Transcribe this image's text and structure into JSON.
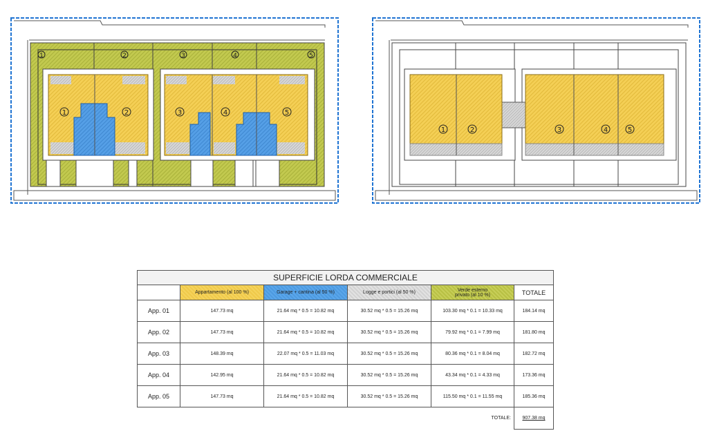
{
  "plans": {
    "left": {
      "lot_numbers": [
        "1",
        "2",
        "3",
        "4",
        "5"
      ],
      "unit_numbers": [
        "1",
        "2",
        "3",
        "4",
        "5"
      ]
    },
    "right": {
      "unit_numbers": [
        "1",
        "2",
        "3",
        "4",
        "5"
      ]
    }
  },
  "colors": {
    "appartamento": "#f2c94c",
    "garage": "#4f9de3",
    "logge": "#d9d9d9",
    "verde": "#bec64c",
    "frame": "#1e73d2"
  },
  "table": {
    "title": "SUPERFICIE LORDA COMMERCIALE",
    "headers": [
      "Appartamento (al 100 %)",
      "Garage + cantina (al 50 %)",
      "Logge e portici (al 50 %)",
      "Verde esterno privato (al 10 %)",
      "TOTALE"
    ],
    "rows": [
      {
        "app": "App. 01",
        "appartamento": "147.73 mq",
        "garage": "21.64 mq * 0.5 = 10.82 mq",
        "logge": "30.52 mq * 0.5 = 15.26 mq",
        "verde": "103.30 mq * 0.1 = 10.33 mq",
        "totale": "184.14 mq"
      },
      {
        "app": "App. 02",
        "appartamento": "147.73 mq",
        "garage": "21.64 mq * 0.5 = 10.82 mq",
        "logge": "30.52 mq * 0.5 = 15.26 mq",
        "verde": "79.92 mq * 0.1 = 7.99 mq",
        "totale": "181.80 mq"
      },
      {
        "app": "App. 03",
        "appartamento": "148.39 mq",
        "garage": "22.07 mq * 0.5 = 11.03 mq",
        "logge": "30.52 mq * 0.5 = 15.26 mq",
        "verde": "80.36 mq * 0.1 = 8.04 mq",
        "totale": "182.72 mq"
      },
      {
        "app": "App. 04",
        "appartamento": "142.95 mq",
        "garage": "21.64 mq * 0.5 = 10.82 mq",
        "logge": "30.52 mq * 0.5 = 15.26 mq",
        "verde": "43.34 mq * 0.1 = 4.33 mq",
        "totale": "173.36 mq"
      },
      {
        "app": "App. 05",
        "appartamento": "147.73 mq",
        "garage": "21.64 mq * 0.5 = 10.82 mq",
        "logge": "30.52 mq * 0.5 = 15.26 mq",
        "verde": "115.50 mq * 0.1 = 11.55 mq",
        "totale": "185.36 mq"
      }
    ],
    "grand_total_label": "TOTALE:",
    "grand_total": "907.38 mq"
  }
}
